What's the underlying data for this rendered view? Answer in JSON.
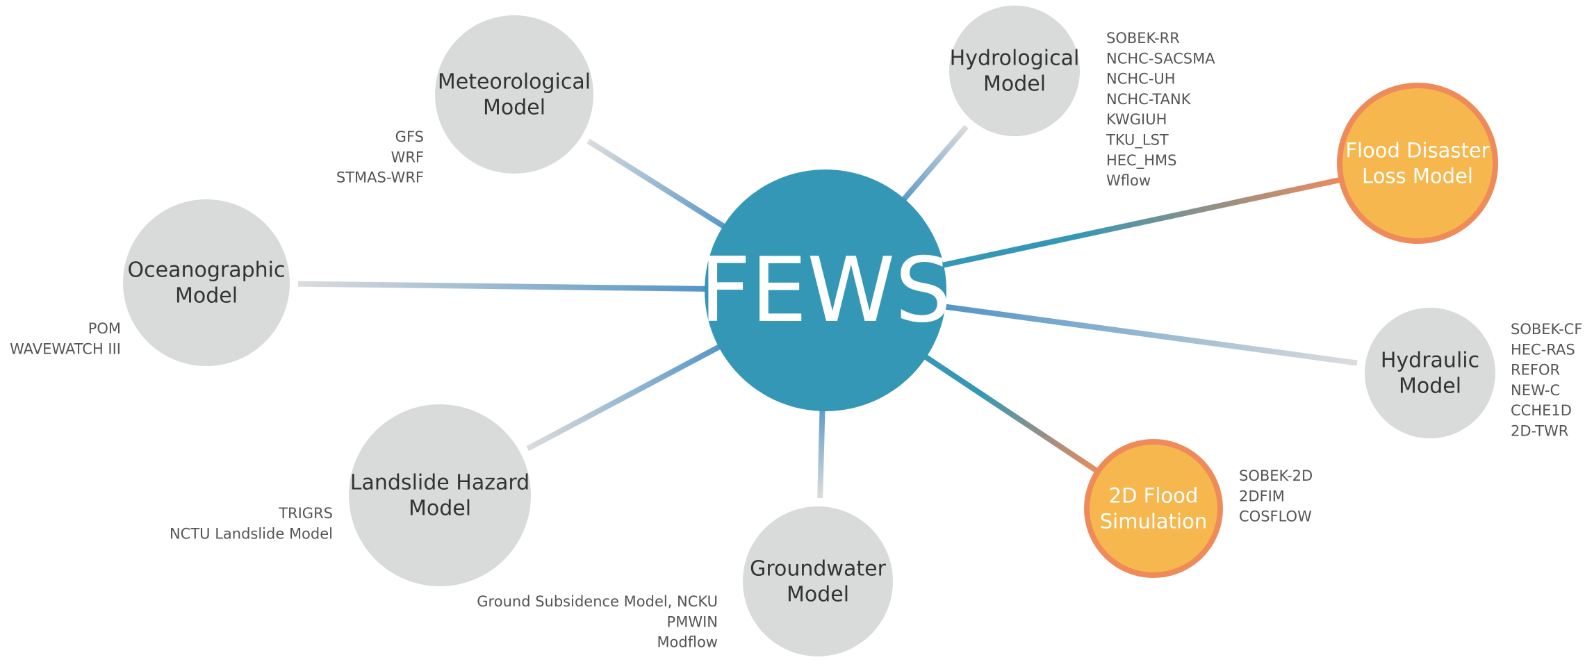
{
  "hub": {
    "label": "FEWS",
    "color": "#3397b5"
  },
  "colors": {
    "node_fill": "#d9dada",
    "node_text": "#333333",
    "model_text": "#555555",
    "highlight_fill": "#f6b74e",
    "highlight_stroke": "#ef8a5a",
    "edge_blue": "#4f92c6",
    "edge_grey": "#dcdcdc"
  },
  "nodes": [
    {
      "id": "meteorological",
      "label_lines": [
        "Meteorological",
        "Model"
      ],
      "highlight": false,
      "models_side": "left-below",
      "models": [
        "GFS",
        "WRF",
        "STMAS-WRF"
      ]
    },
    {
      "id": "hydrological",
      "label_lines": [
        "Hydrological",
        "Model"
      ],
      "highlight": false,
      "models_side": "right",
      "models": [
        "SOBEK-RR",
        "NCHC-SACSMA",
        "NCHC-UH",
        "NCHC-TANK",
        "KWGIUH",
        "TKU_LST",
        "HEC_HMS",
        "Wflow"
      ]
    },
    {
      "id": "flood-disaster-loss",
      "label_lines": [
        "Flood Disaster",
        "Loss Model"
      ],
      "highlight": true,
      "models_side": "none",
      "models": []
    },
    {
      "id": "oceanographic",
      "label_lines": [
        "Oceanographic",
        "Model"
      ],
      "highlight": false,
      "models_side": "left-below",
      "models": [
        "POM",
        "WAVEWATCH III"
      ]
    },
    {
      "id": "hydraulic",
      "label_lines": [
        "Hydraulic",
        "Model"
      ],
      "highlight": false,
      "models_side": "right",
      "models": [
        "SOBEK-CF",
        "HEC-RAS",
        "REFOR",
        "NEW-C",
        "CCHE1D",
        "2D-TWR"
      ]
    },
    {
      "id": "landslide-hazard",
      "label_lines": [
        "Landslide Hazard",
        "Model"
      ],
      "highlight": false,
      "models_side": "left-below",
      "models": [
        "TRIGRS",
        "NCTU Landslide Model"
      ]
    },
    {
      "id": "groundwater",
      "label_lines": [
        "Groundwater",
        "Model"
      ],
      "highlight": false,
      "models_side": "left-below",
      "models": [
        "Ground Subsidence Model, NCKU",
        "PMWIN",
        "Modflow"
      ]
    },
    {
      "id": "2d-flood-simulation",
      "label_lines": [
        "2D Flood",
        "Simulation"
      ],
      "highlight": true,
      "models_side": "right",
      "models": [
        "SOBEK-2D",
        "2DFIM",
        "COSFLOW"
      ]
    }
  ]
}
